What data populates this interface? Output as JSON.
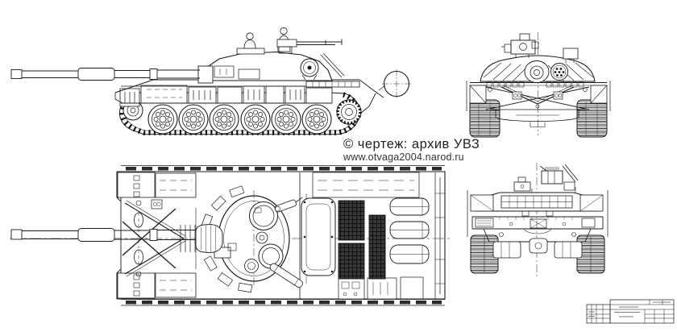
{
  "sheet": {
    "background": "#ffffff",
    "ink": "#1b1b1b",
    "grille_fill": "#383838"
  },
  "watermark": {
    "copyright": "© чертеж: архив УВЗ",
    "url": "www.otvaga2004.narod.ru"
  },
  "drawing": {
    "figure": "tank-four-view-blueprint",
    "views": [
      {
        "id": "side",
        "name": "tank-side-view-drawing"
      },
      {
        "id": "front",
        "name": "tank-front-view-drawing"
      },
      {
        "id": "top",
        "name": "tank-top-view-drawing"
      },
      {
        "id": "rear",
        "name": "tank-rear-view-drawing"
      }
    ],
    "title_block_name": "drawing-title-block"
  }
}
